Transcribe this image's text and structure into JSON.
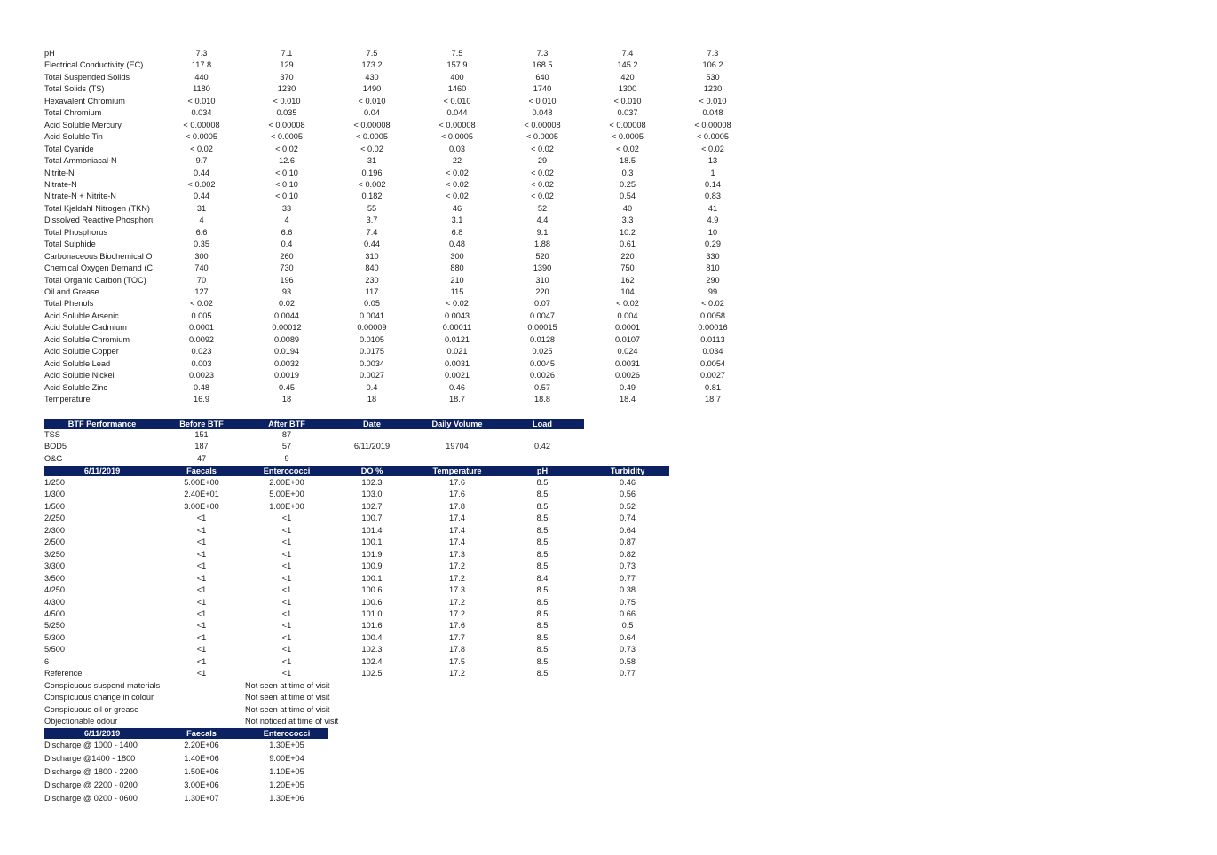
{
  "water_quality": {
    "rows": [
      {
        "label": "pH",
        "values": [
          "7.3",
          "7.1",
          "7.5",
          "7.5",
          "7.3",
          "7.4",
          "7.3"
        ]
      },
      {
        "label": "Electrical Conductivity (EC)",
        "values": [
          "117.8",
          "129",
          "173.2",
          "157.9",
          "168.5",
          "145.2",
          "106.2"
        ]
      },
      {
        "label": "Total Suspended Solids",
        "values": [
          "440",
          "370",
          "430",
          "400",
          "640",
          "420",
          "530"
        ]
      },
      {
        "label": "Total Solids (TS)",
        "values": [
          "1180",
          "1230",
          "1490",
          "1460",
          "1740",
          "1300",
          "1230"
        ]
      },
      {
        "label": "Hexavalent Chromium",
        "values": [
          "< 0.010",
          "< 0.010",
          "< 0.010",
          "< 0.010",
          "< 0.010",
          "< 0.010",
          "< 0.010"
        ]
      },
      {
        "label": "Total Chromium",
        "values": [
          "0.034",
          "0.035",
          "0.04",
          "0.044",
          "0.048",
          "0.037",
          "0.048"
        ]
      },
      {
        "label": "Acid Soluble Mercury",
        "values": [
          "< 0.00008",
          "< 0.00008",
          "< 0.00008",
          "< 0.00008",
          "< 0.00008",
          "< 0.00008",
          "< 0.00008"
        ]
      },
      {
        "label": "Acid Soluble Tin",
        "values": [
          "< 0.0005",
          "< 0.0005",
          "< 0.0005",
          "< 0.0005",
          "< 0.0005",
          "< 0.0005",
          "< 0.0005"
        ]
      },
      {
        "label": "Total Cyanide",
        "values": [
          "< 0.02",
          "< 0.02",
          "< 0.02",
          "0.03",
          "< 0.02",
          "< 0.02",
          "< 0.02"
        ]
      },
      {
        "label": "Total Ammoniacal-N",
        "values": [
          "9.7",
          "12.6",
          "31",
          "22",
          "29",
          "18.5",
          "13"
        ]
      },
      {
        "label": "Nitrite-N",
        "values": [
          "0.44",
          "< 0.10",
          "0.196",
          "< 0.02",
          "< 0.02",
          "0.3",
          "1"
        ]
      },
      {
        "label": "Nitrate-N",
        "values": [
          "< 0.002",
          "< 0.10",
          "< 0.002",
          "< 0.02",
          "< 0.02",
          "0.25",
          "0.14"
        ]
      },
      {
        "label": "Nitrate-N + Nitrite-N",
        "values": [
          "0.44",
          "< 0.10",
          "0.182",
          "< 0.02",
          "< 0.02",
          "0.54",
          "0.83"
        ]
      },
      {
        "label": "Total Kjeldahl Nitrogen (TKN)",
        "values": [
          "31",
          "33",
          "55",
          "46",
          "52",
          "40",
          "41"
        ]
      },
      {
        "label": "Dissolved Reactive Phosphoru",
        "values": [
          "4",
          "4",
          "3.7",
          "3.1",
          "4.4",
          "3.3",
          "4.9"
        ]
      },
      {
        "label": "Total Phosphorus",
        "values": [
          "6.6",
          "6.6",
          "7.4",
          "6.8",
          "9.1",
          "10.2",
          "10"
        ]
      },
      {
        "label": "Total Sulphide",
        "values": [
          "0.35",
          "0.4",
          "0.44",
          "0.48",
          "1.88",
          "0.61",
          "0.29"
        ]
      },
      {
        "label": "Carbonaceous Biochemical O:",
        "values": [
          "300",
          "260",
          "310",
          "300",
          "520",
          "220",
          "330"
        ]
      },
      {
        "label": "Chemical Oxygen Demand (CC",
        "values": [
          "740",
          "730",
          "840",
          "880",
          "1390",
          "750",
          "810"
        ]
      },
      {
        "label": "Total Organic Carbon (TOC)",
        "values": [
          "70",
          "196",
          "230",
          "210",
          "310",
          "162",
          "290"
        ]
      },
      {
        "label": "Oil and Grease",
        "values": [
          "127",
          "93",
          "117",
          "115",
          "220",
          "104",
          "99"
        ]
      },
      {
        "label": "Total Phenols",
        "values": [
          "< 0.02",
          "0.02",
          "0.05",
          "< 0.02",
          "0.07",
          "< 0.02",
          "< 0.02"
        ]
      },
      {
        "label": "Acid Soluble Arsenic",
        "values": [
          "0.005",
          "0.0044",
          "0.0041",
          "0.0043",
          "0.0047",
          "0.004",
          "0.0058"
        ]
      },
      {
        "label": "Acid Soluble Cadmium",
        "values": [
          "0.0001",
          "0.00012",
          "0.00009",
          "0.00011",
          "0.00015",
          "0.0001",
          "0.00016"
        ]
      },
      {
        "label": "Acid Soluble Chromium",
        "values": [
          "0.0092",
          "0.0089",
          "0.0105",
          "0.0121",
          "0.0128",
          "0.0107",
          "0.0113"
        ]
      },
      {
        "label": "Acid Soluble Copper",
        "values": [
          "0.023",
          "0.0194",
          "0.0175",
          "0.021",
          "0.025",
          "0.024",
          "0.034"
        ]
      },
      {
        "label": "Acid Soluble Lead",
        "values": [
          "0.003",
          "0.0032",
          "0.0034",
          "0.0031",
          "0.0045",
          "0.0031",
          "0.0054"
        ]
      },
      {
        "label": "Acid Soluble Nickel",
        "values": [
          "0.0023",
          "0.0019",
          "0.0027",
          "0.0021",
          "0.0026",
          "0.0026",
          "0.0027"
        ]
      },
      {
        "label": "Acid Soluble Zinc",
        "values": [
          "0.48",
          "0.45",
          "0.4",
          "0.46",
          "0.57",
          "0.49",
          "0.81"
        ]
      },
      {
        "label": "Temperature",
        "values": [
          "16.9",
          "18",
          "18",
          "18.7",
          "18.8",
          "18.4",
          "18.7"
        ]
      }
    ]
  },
  "btf": {
    "headers": [
      "BTF Performance",
      "Before BTF",
      "After BTF",
      "Date",
      "Daily Volume",
      "Load"
    ],
    "rows": [
      {
        "label": "TSS",
        "values": [
          "151",
          "87",
          "",
          "",
          ""
        ]
      },
      {
        "label": "BOD5",
        "values": [
          "187",
          "57",
          "6/11/2019",
          "19704",
          "0.42"
        ]
      },
      {
        "label": "O&G",
        "values": [
          "47",
          "9",
          "",
          "",
          ""
        ]
      }
    ]
  },
  "micro": {
    "headers": [
      "6/11/2019",
      "Faecals",
      "Enterococci",
      "DO %",
      "Temperature",
      "pH",
      "Turbidity"
    ],
    "rows": [
      {
        "label": "1/250",
        "values": [
          "5.00E+00",
          "2.00E+00",
          "102.3",
          "17.6",
          "8.5",
          "0.46"
        ]
      },
      {
        "label": "1/300",
        "values": [
          "2.40E+01",
          "5.00E+00",
          "103.0",
          "17.6",
          "8.5",
          "0.56"
        ]
      },
      {
        "label": "1/500",
        "values": [
          "3.00E+00",
          "1.00E+00",
          "102.7",
          "17.8",
          "8.5",
          "0.52"
        ]
      },
      {
        "label": "2/250",
        "values": [
          "<1",
          "<1",
          "100.7",
          "17.4",
          "8.5",
          "0.74"
        ]
      },
      {
        "label": "2/300",
        "values": [
          "<1",
          "<1",
          "101.4",
          "17.4",
          "8.5",
          "0.64"
        ]
      },
      {
        "label": "2/500",
        "values": [
          "<1",
          "<1",
          "100.1",
          "17.4",
          "8.5",
          "0.87"
        ]
      },
      {
        "label": "3/250",
        "values": [
          "<1",
          "<1",
          "101.9",
          "17.3",
          "8.5",
          "0.82"
        ]
      },
      {
        "label": "3/300",
        "values": [
          "<1",
          "<1",
          "100.9",
          "17.2",
          "8.5",
          "0.73"
        ]
      },
      {
        "label": "3/500",
        "values": [
          "<1",
          "<1",
          "100.1",
          "17.2",
          "8.4",
          "0.77"
        ]
      },
      {
        "label": "4/250",
        "values": [
          "<1",
          "<1",
          "100.6",
          "17.3",
          "8.5",
          "0.38"
        ]
      },
      {
        "label": "4/300",
        "values": [
          "<1",
          "<1",
          "100.6",
          "17.2",
          "8.5",
          "0.75"
        ]
      },
      {
        "label": "4/500",
        "values": [
          "<1",
          "<1",
          "101.0",
          "17.2",
          "8.5",
          "0.66"
        ]
      },
      {
        "label": "5/250",
        "values": [
          "<1",
          "<1",
          "101.6",
          "17.6",
          "8.5",
          "0.5"
        ]
      },
      {
        "label": "5/300",
        "values": [
          "<1",
          "<1",
          "100.4",
          "17.7",
          "8.5",
          "0.64"
        ]
      },
      {
        "label": "5/500",
        "values": [
          "<1",
          "<1",
          "102.3",
          "17.8",
          "8.5",
          "0.73"
        ]
      },
      {
        "label": "6",
        "values": [
          "<1",
          "<1",
          "102.4",
          "17.5",
          "8.5",
          "0.58"
        ]
      },
      {
        "label": "Reference",
        "values": [
          "<1",
          "<1",
          "102.5",
          "17.2",
          "8.5",
          "0.77"
        ]
      }
    ]
  },
  "observations": [
    {
      "label": "Conspicuous suspend materials",
      "value": "Not seen at time of visit"
    },
    {
      "label": "Conspicuous change in colour",
      "value": "Not seen at time of visit"
    },
    {
      "label": "Conspicuous oil or grease",
      "value": "Not seen at time of visit"
    },
    {
      "label": "Objectionable odour",
      "value": "Not noticed at time of visit"
    }
  ],
  "discharge": {
    "headers": [
      "6/11/2019",
      "Faecals",
      "Enterococci"
    ],
    "rows": [
      {
        "label": "Discharge @ 1000 - 1400",
        "values": [
          "2.20E+06",
          "1.30E+05"
        ]
      },
      {
        "label": "Discharge @1400 - 1800",
        "values": [
          "1.40E+06",
          "9.00E+04"
        ]
      },
      {
        "label": "Discharge @ 1800 - 2200",
        "values": [
          "1.50E+06",
          "1.10E+05"
        ]
      },
      {
        "label": "Discharge @ 2200 - 0200",
        "values": [
          "3.00E+06",
          "1.20E+05"
        ]
      },
      {
        "label": "Discharge @ 0200 - 0600",
        "values": [
          "1.30E+07",
          "1.30E+06"
        ]
      }
    ]
  }
}
